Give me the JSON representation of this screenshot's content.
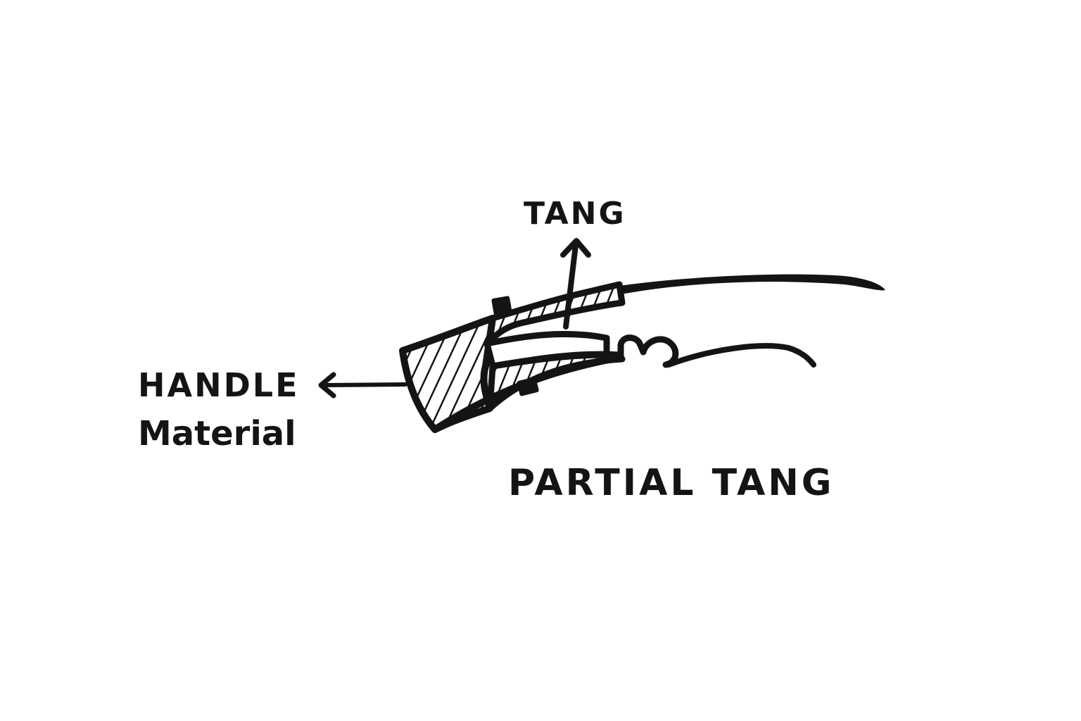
{
  "diagram": {
    "title": "PARTIAL TANG",
    "labels": {
      "tang": "TANG",
      "handle": "HANDLE",
      "material": "Material"
    },
    "colors": {
      "ink": "#141414",
      "background": "#ffffff"
    }
  }
}
